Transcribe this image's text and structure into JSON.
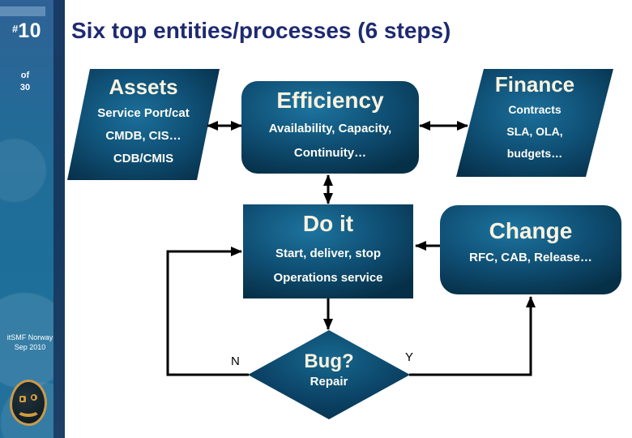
{
  "title": "Six top entities/processes (6 steps)",
  "sidebar": {
    "page_hash": "#",
    "page_number": "10",
    "of_label": "of",
    "page_total": "30",
    "footer_line1": "itSMF Norway",
    "footer_line2": "Sep 2010"
  },
  "nodes": {
    "assets": {
      "title": "Assets",
      "lines": [
        "Service Port/cat",
        "CMDB, CIS…",
        "CDB/CMIS"
      ]
    },
    "efficiency": {
      "title": "Efficiency",
      "lines": [
        "Availability, Capacity,",
        "Continuity…"
      ]
    },
    "finance": {
      "title": "Finance",
      "lines": [
        "Contracts",
        "SLA, OLA,",
        "budgets…"
      ]
    },
    "do_it": {
      "title": "Do it",
      "lines": [
        "Start, deliver, stop",
        "Operations service"
      ]
    },
    "change": {
      "title": "Change",
      "lines": [
        "RFC, CAB, Release…"
      ]
    },
    "bug": {
      "title": "Bug?",
      "line": "Repair"
    }
  },
  "branch_labels": {
    "no": "N",
    "yes": "Y"
  },
  "colors": {
    "slide_background": "#ffffff",
    "sidebar_blue": "#1d6f9a",
    "sidebar_edge_navy": "#16395f",
    "title_text_navy": "#1e2a70",
    "node_light_center": "#1d749f",
    "node_dark_edge": "#063048",
    "node_heading_cream": "#faf3df",
    "node_body_white": "#fdfdf6",
    "arrow_black": "#000000",
    "smiley_orange": "#c89a4c"
  }
}
